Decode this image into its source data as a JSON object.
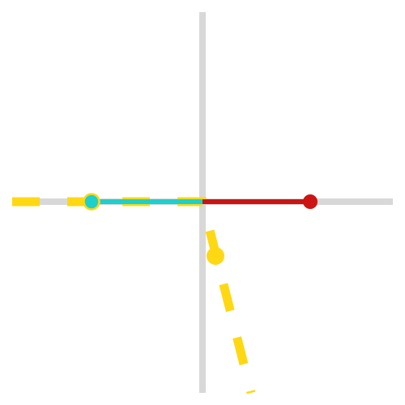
{
  "colors": {
    "background": "#ffffff",
    "axis": "#d8d8d8",
    "yellow": "#ffd814",
    "yellow_dark": "#e3c22a",
    "cyan": "#1dd0cc",
    "red": "#cc1414"
  },
  "elements": {
    "axes": {
      "color_key": "axis",
      "style": "solid"
    },
    "yellow_dashed_path": {
      "color_key": "yellow",
      "style": "dashed"
    },
    "cyan_segment": {
      "color_key": "cyan",
      "style": "solid"
    },
    "red_segment": {
      "color_key": "red",
      "style": "solid"
    },
    "cyan_point": {
      "color_key": "cyan",
      "ring_color_key": "yellow"
    },
    "red_point": {
      "color_key": "red"
    },
    "yellow_point": {
      "color_key": "yellow"
    }
  }
}
